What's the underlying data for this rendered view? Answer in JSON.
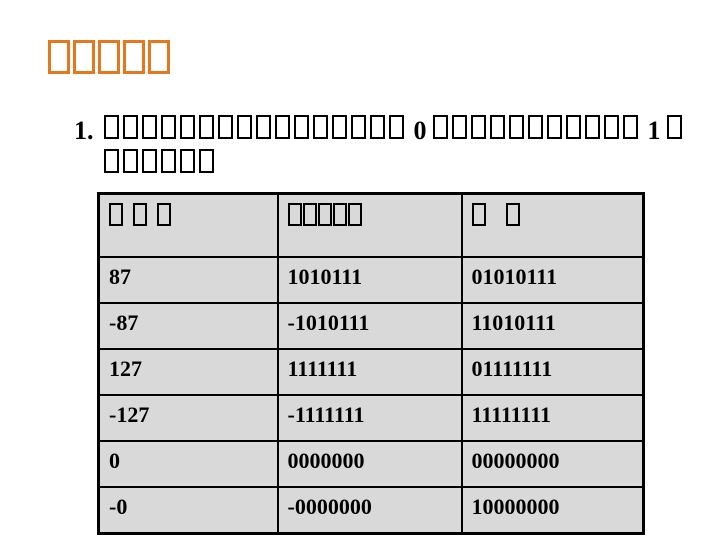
{
  "colors": {
    "title_accent": "#e5771e",
    "table_cell_bg": "#d9d9d9",
    "table_border": "#000000",
    "text": "#000000"
  },
  "title": {
    "missing_glyph_count": 5
  },
  "list_item": {
    "number": "1.",
    "line1": {
      "glyphs_before_zero": 16,
      "zero_digit": "0",
      "glyphs_between": 11,
      "one_digit": "1",
      "glyphs_after": 1
    },
    "line2": {
      "glyph_count": 6
    }
  },
  "table": {
    "header_cells": [
      {
        "glyph_count": 3,
        "spacing": "spaced"
      },
      {
        "glyph_count": 5,
        "spacing": "tight"
      },
      {
        "glyph_count": 2,
        "spacing": "wide"
      }
    ],
    "rows": [
      [
        "87",
        "1010111",
        "01010111"
      ],
      [
        "-87",
        "-1010111",
        "11010111"
      ],
      [
        "127",
        "1111111",
        "01111111"
      ],
      [
        "-127",
        "-1111111",
        "11111111"
      ],
      [
        "0",
        "0000000",
        "00000000"
      ],
      [
        "-0",
        "-0000000",
        "10000000"
      ]
    ]
  }
}
